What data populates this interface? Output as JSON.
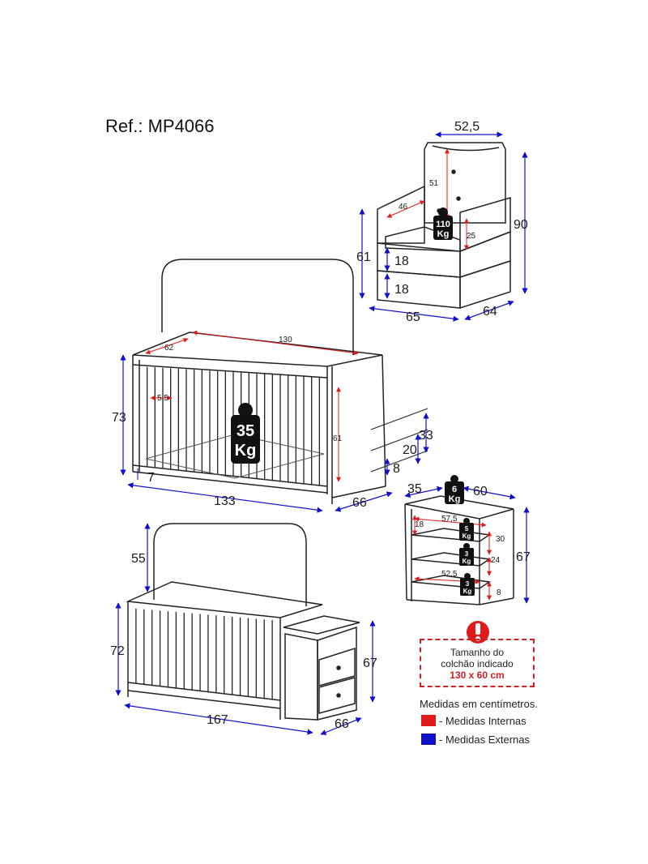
{
  "reference": "Ref.: MP4066",
  "colors": {
    "internal": "#e01b1b",
    "external": "#1010c8",
    "line": "#222222"
  },
  "armchair": {
    "width_top": "52,5",
    "seat_depth": "46",
    "back_height": "51",
    "arm_height": "25",
    "total_height": "90",
    "side_height": "61",
    "cushion_1": "18",
    "cushion_2": "18",
    "width": "65",
    "depth": "64",
    "weight": {
      "value": "110",
      "unit": "Kg"
    }
  },
  "crib": {
    "inner_length": "130",
    "inner_width": "62",
    "slat_gap": "5,5",
    "inner_height": "61",
    "total_height": "73",
    "length": "133",
    "depth": "66",
    "leg": "7",
    "base_levels": [
      "33",
      "20",
      "8"
    ],
    "weight": {
      "value": "35",
      "unit": "Kg"
    }
  },
  "dresser": {
    "depth": "35",
    "width": "60",
    "height": "67",
    "inner_width_top": "57,5",
    "shelf_top": "18",
    "inner_width_bottom": "52,5",
    "drawer_heights": [
      "30",
      "24",
      "8"
    ],
    "top_weight": {
      "value": "6",
      "unit": "Kg"
    },
    "shelf_weights": [
      {
        "value": "5",
        "unit": "Kg"
      },
      {
        "value": "3",
        "unit": "Kg"
      },
      {
        "value": "3",
        "unit": "Kg"
      }
    ]
  },
  "combo": {
    "headboard_height": "55",
    "crib_height": "72",
    "dresser_height": "67",
    "length": "167",
    "depth": "66"
  },
  "notice": {
    "line1": "Tamanho do",
    "line2": "colchão indicado",
    "size": "130 x 60 cm"
  },
  "legend": {
    "title": "Medidas em centímetros.",
    "internal_label": "- Medidas Internas",
    "external_label": "- Medidas Externas"
  }
}
